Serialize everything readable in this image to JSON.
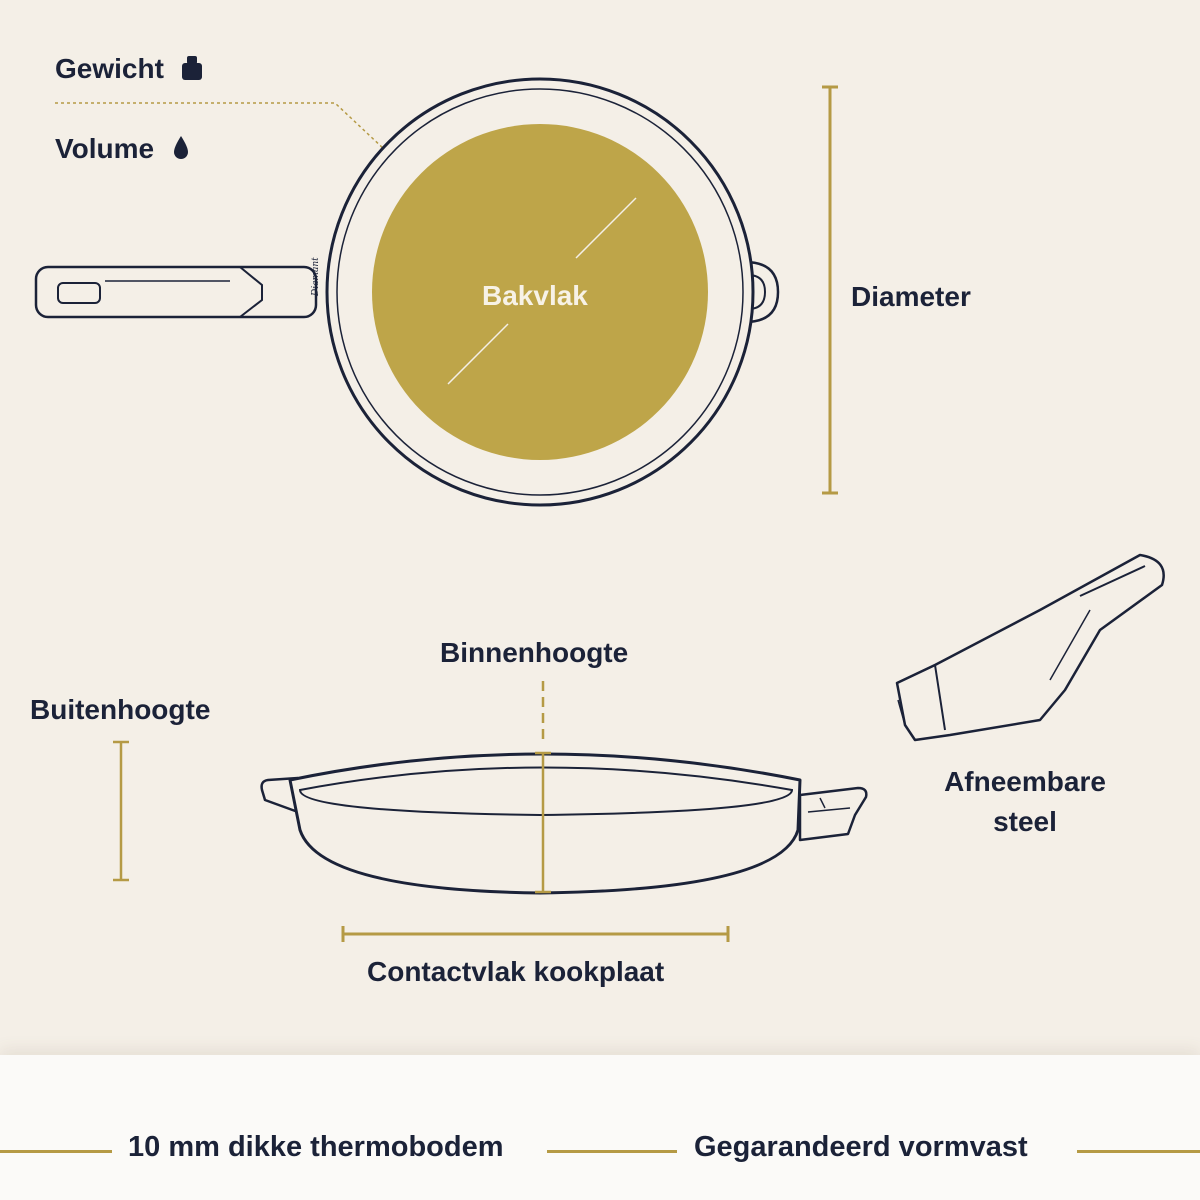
{
  "labels": {
    "gewicht": "Gewicht",
    "volume": "Volume",
    "bakvlak": "Bakvlak",
    "diameter": "Diameter",
    "binnenhoogte": "Binnenhoogte",
    "buitenhoogte": "Buitenhoogte",
    "afneembare_steel_line1": "Afneembare",
    "afneembare_steel_line2": "steel",
    "contactvlak": "Contactvlak kookplaat"
  },
  "footer": {
    "left": "10 mm dikke thermobodem",
    "right": "Gegarandeerd vormvast"
  },
  "icons": {
    "weight": "weight-icon",
    "drop": "drop-icon"
  },
  "colors": {
    "background": "#f4efe7",
    "ink": "#1b2238",
    "gold": "#b59a45",
    "surface": "#bea549",
    "footer": "#fbfaf8"
  }
}
